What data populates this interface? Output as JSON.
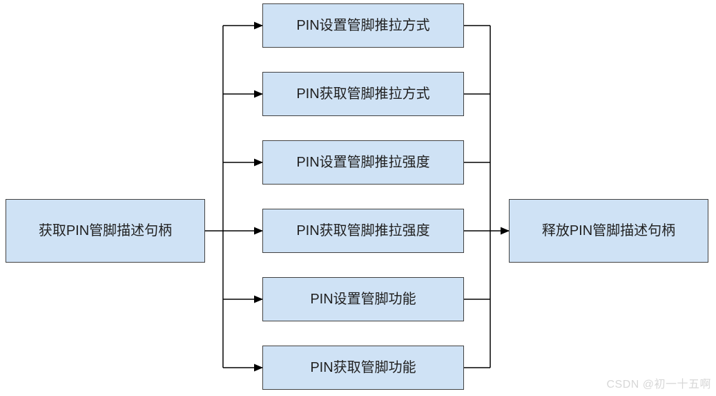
{
  "diagram": {
    "start_node": {
      "label": "获取PIN管脚描述句柄"
    },
    "middle_nodes": [
      {
        "label": "PIN设置管脚推拉方式"
      },
      {
        "label": "PIN获取管脚推拉方式"
      },
      {
        "label": "PIN设置管脚推拉强度"
      },
      {
        "label": "PIN获取管脚推拉强度"
      },
      {
        "label": "PIN设置管脚功能"
      },
      {
        "label": "PIN获取管脚功能"
      }
    ],
    "end_node": {
      "label": "释放PIN管脚描述句柄"
    },
    "edges": [
      {
        "from": "获取PIN管脚描述句柄",
        "to": "PIN设置管脚推拉方式"
      },
      {
        "from": "获取PIN管脚描述句柄",
        "to": "PIN获取管脚推拉方式"
      },
      {
        "from": "获取PIN管脚描述句柄",
        "to": "PIN设置管脚推拉强度"
      },
      {
        "from": "获取PIN管脚描述句柄",
        "to": "PIN获取管脚推拉强度"
      },
      {
        "from": "获取PIN管脚描述句柄",
        "to": "PIN设置管脚功能"
      },
      {
        "from": "获取PIN管脚描述句柄",
        "to": "PIN获取管脚功能"
      },
      {
        "from": "PIN设置管脚推拉方式",
        "to": "释放PIN管脚描述句柄"
      },
      {
        "from": "PIN获取管脚推拉方式",
        "to": "释放PIN管脚描述句柄"
      },
      {
        "from": "PIN设置管脚推拉强度",
        "to": "释放PIN管脚描述句柄"
      },
      {
        "from": "PIN获取管脚推拉强度",
        "to": "释放PIN管脚描述句柄"
      },
      {
        "from": "PIN设置管脚功能",
        "to": "释放PIN管脚描述句柄"
      },
      {
        "from": "PIN获取管脚功能",
        "to": "释放PIN管脚描述句柄"
      }
    ],
    "colors": {
      "node_fill": "#cfe2f5",
      "node_border": "#404040",
      "connector_line": "#000000",
      "text": "#212121"
    }
  },
  "watermark": {
    "text": "CSDN @初一十五啊"
  }
}
